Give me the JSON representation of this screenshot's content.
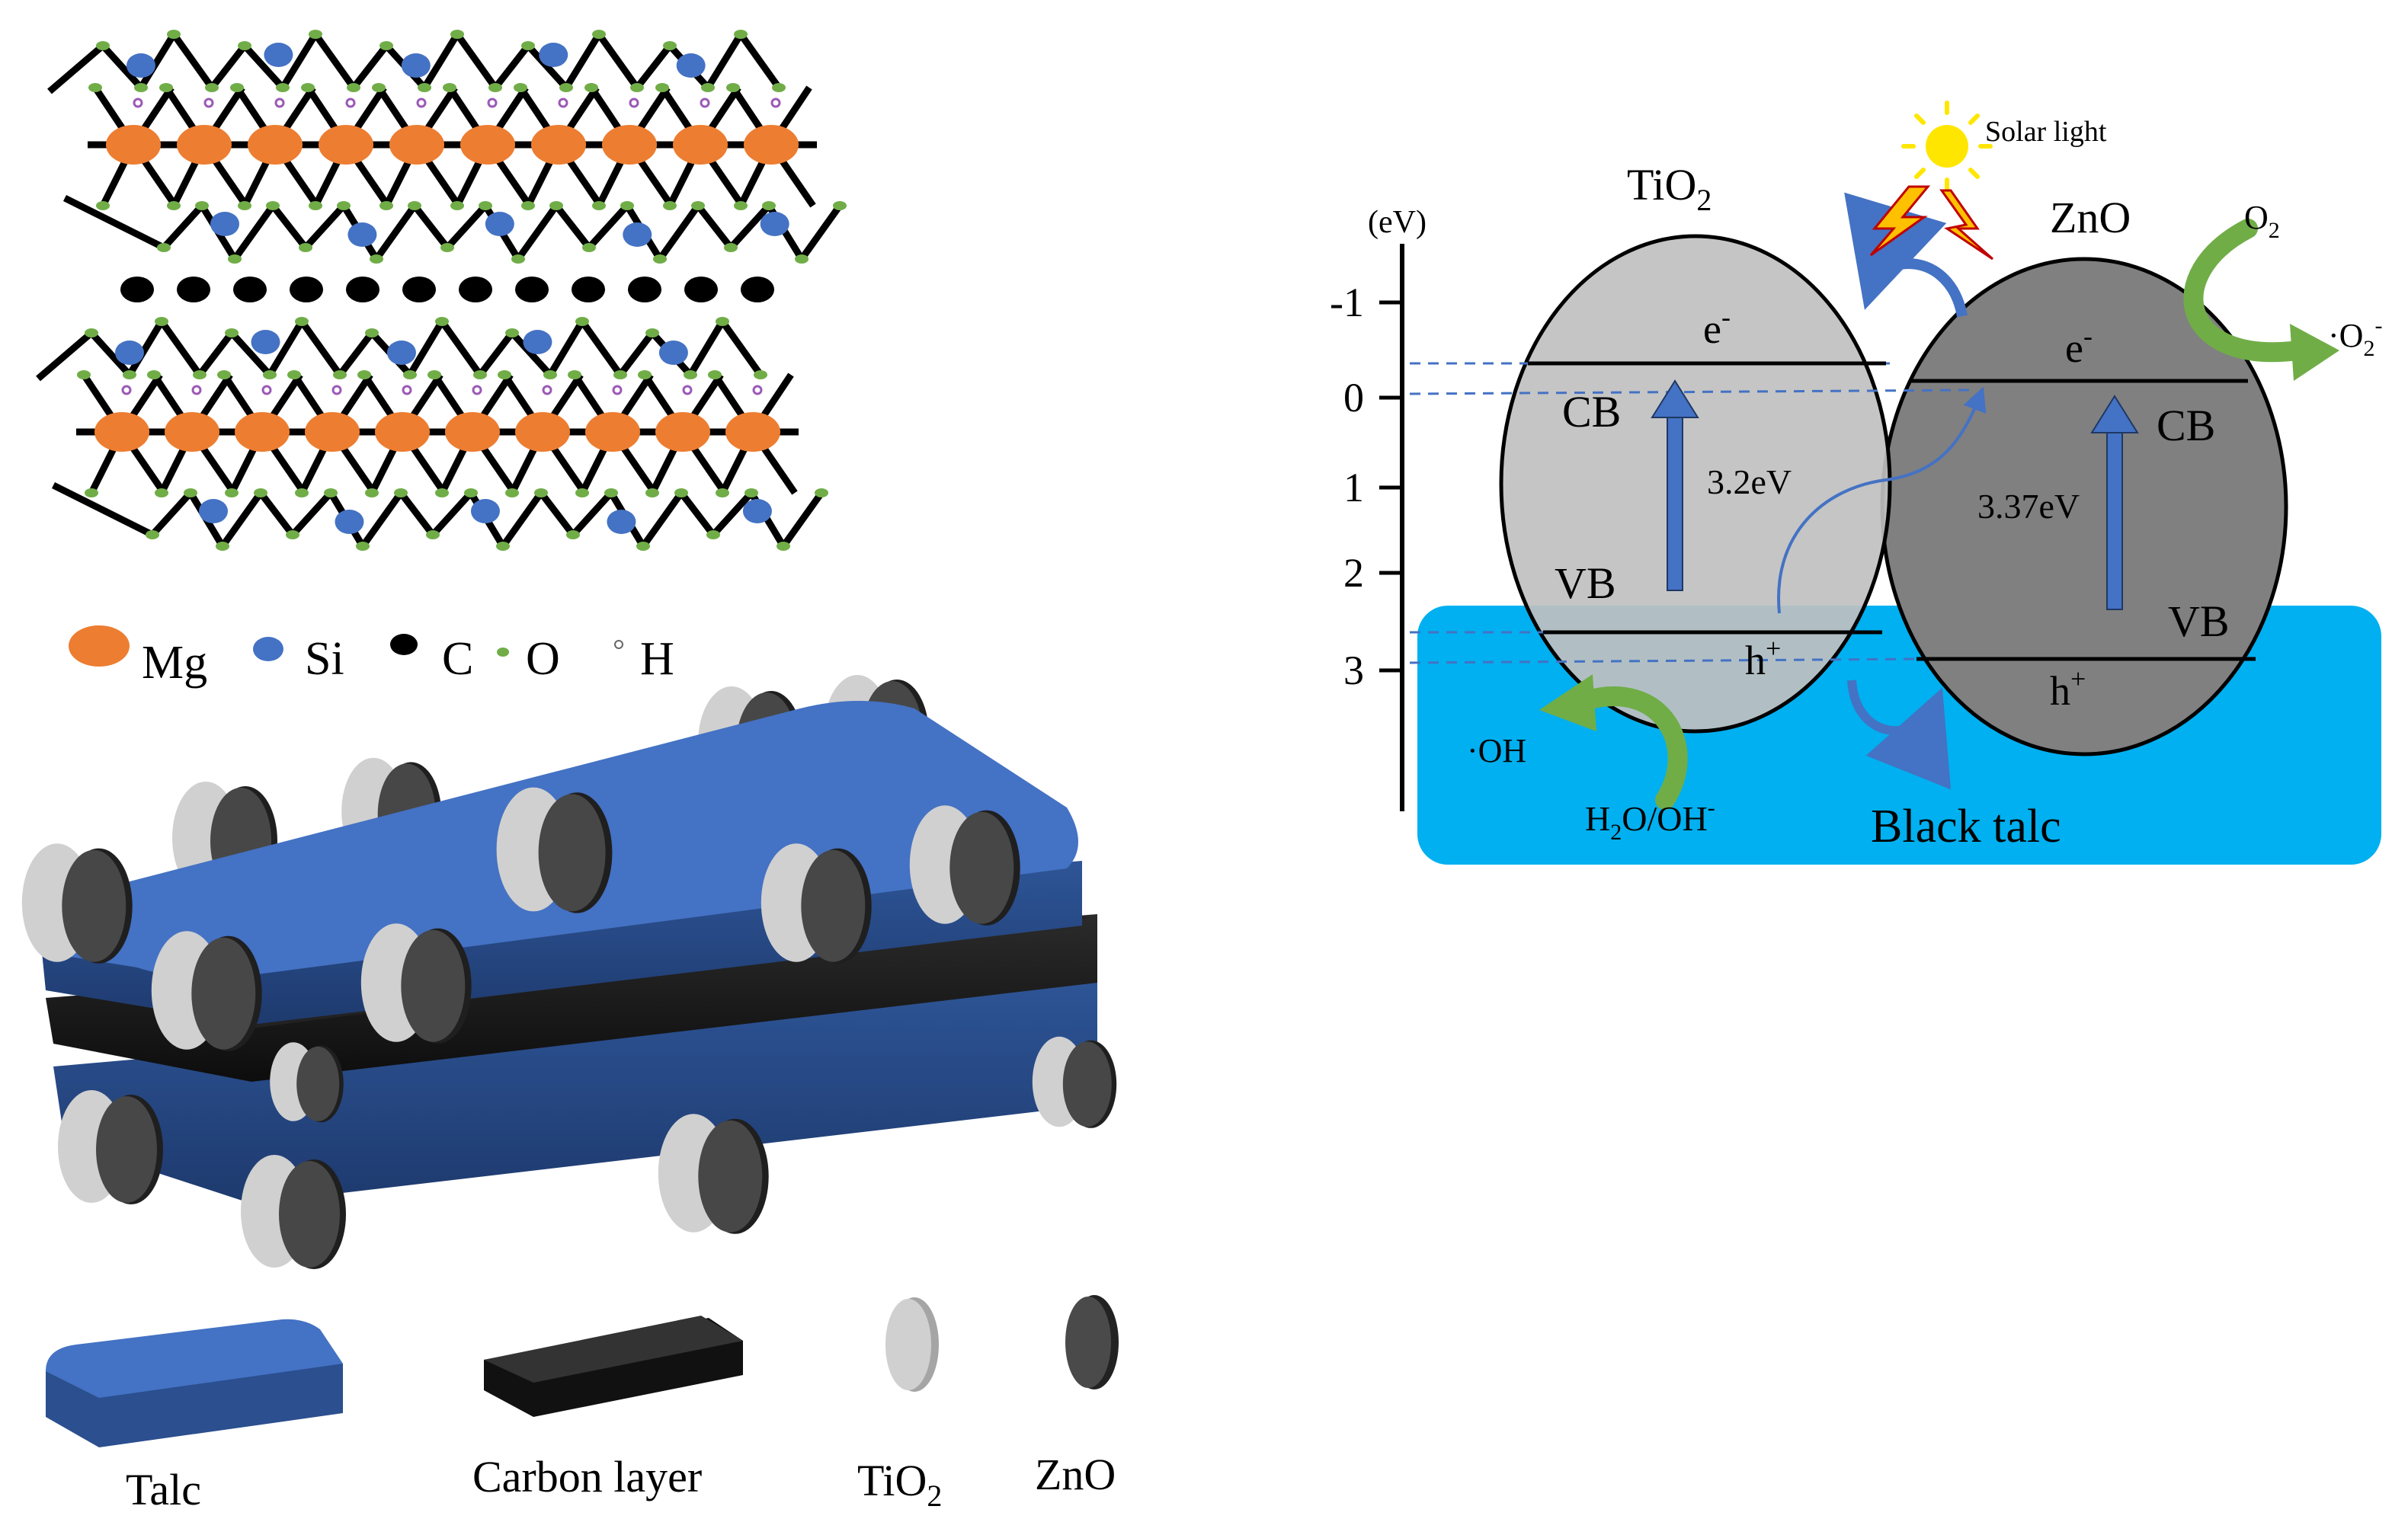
{
  "structure": {
    "legend": [
      {
        "symbol": "Mg",
        "label": "Mg",
        "color": "#ed7d31"
      },
      {
        "symbol": "Si",
        "label": "Si",
        "color": "#4472c4"
      },
      {
        "symbol": "C",
        "label": "C",
        "color": "#000000"
      },
      {
        "symbol": "O",
        "label": "O",
        "color": "#70ad47"
      },
      {
        "symbol": "H",
        "label": "H",
        "color": "#9b59b6"
      }
    ]
  },
  "composite": {
    "labels": {
      "talc": "Talc",
      "carbon": "Carbon layer",
      "tio2_main": "TiO",
      "tio2_sub": "2",
      "zno": "ZnO"
    },
    "colors": {
      "talc": "#4472c4",
      "carbon": "#1a1a1a",
      "tio2": "#c8c8c8",
      "zno": "#3c3c3c"
    }
  },
  "energy": {
    "axis_unit": "(eV)",
    "ticks": [
      "-1",
      "0",
      "1",
      "2",
      "3"
    ],
    "solar": "Solar light",
    "tio2": {
      "name_main": "TiO",
      "name_sub": "2",
      "cb": "CB",
      "vb": "VB",
      "gap": "3.2eV",
      "electron_main": "e",
      "electron_sup": "-",
      "hole_main": "h",
      "hole_sup": "+"
    },
    "zno": {
      "name": "ZnO",
      "cb": "CB",
      "vb": "VB",
      "gap": "3.37eV",
      "electron_main": "e",
      "electron_sup": "-",
      "hole_main": "h",
      "hole_sup": "+"
    },
    "o2": {
      "main": "O",
      "sub": "2"
    },
    "superoxide": {
      "main": "·O",
      "sub": "2",
      "sup": "-"
    },
    "hydroxyl": "·OH",
    "water": {
      "main": "H",
      "sub": "2",
      "rest": "O/OH",
      "sup": "-"
    },
    "substrate": "Black talc",
    "colors": {
      "tio2": "#c0c0c0",
      "zno": "#808080",
      "talc": "#00b0f0",
      "arrow_blue": "#4472c4",
      "arrow_green": "#70ad47"
    }
  }
}
